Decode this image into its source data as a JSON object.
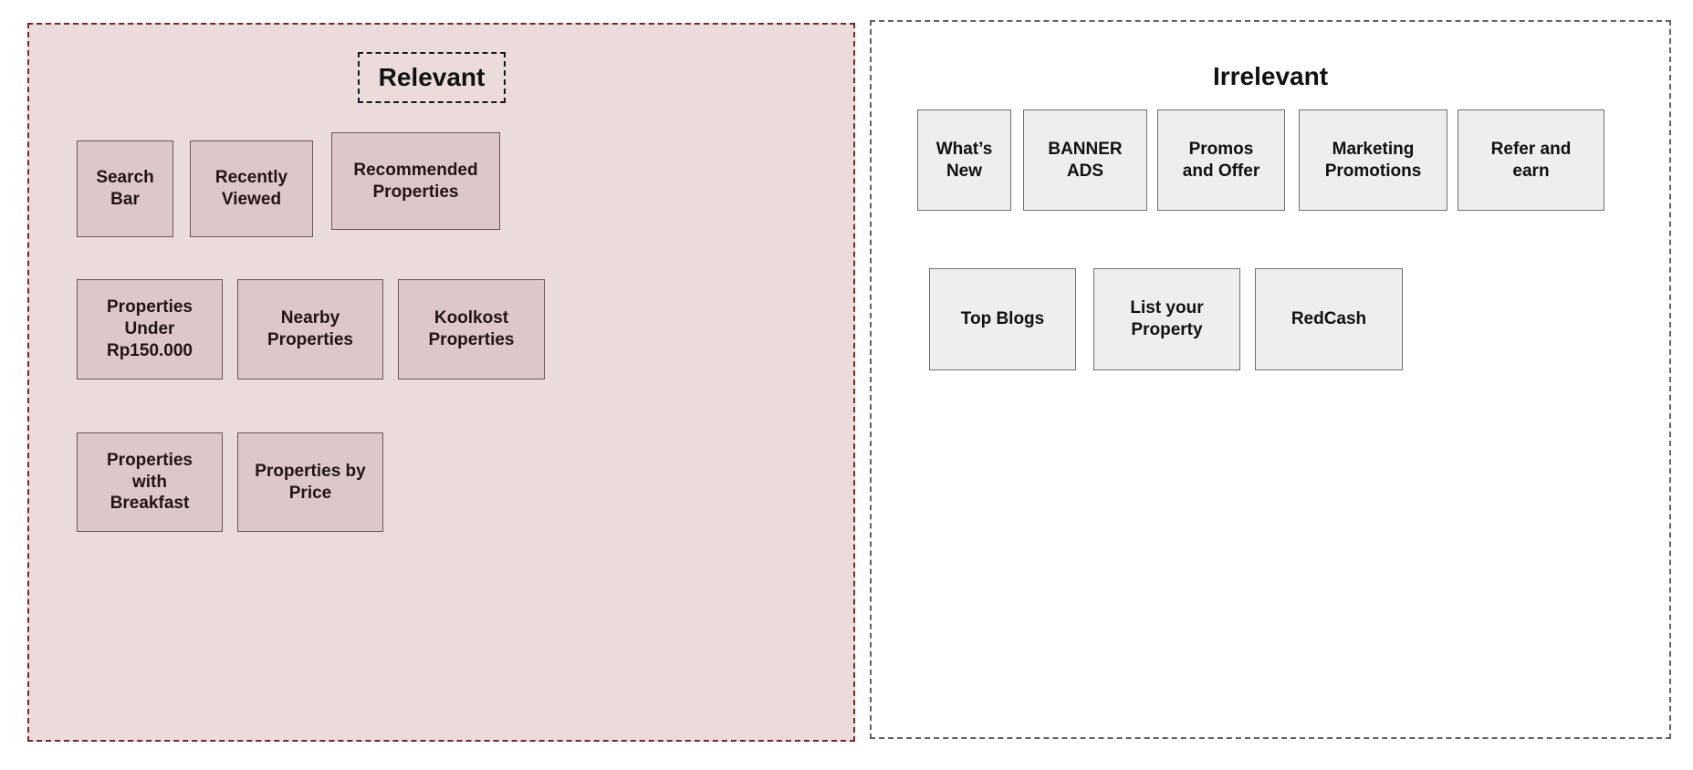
{
  "theme": {
    "relevant_fill": "#ecdbdb",
    "relevant_border": "#6f2b2b",
    "relevant_box_fill": "#dcc8c8",
    "relevant_box_border": "#6b5757",
    "irrelevant_fill": "#ffffff",
    "irrelevant_border": "#616161",
    "irrelevant_box_fill": "#eeeeee",
    "irrelevant_box_border": "#707070",
    "text_color": "#111111"
  },
  "relevant_panel": {
    "title": "Relevant",
    "boxes": [
      {
        "label": "Search\nBar"
      },
      {
        "label": "Recently\nViewed"
      },
      {
        "label": "Recommended\nProperties"
      },
      {
        "label": "Properties\nUnder\nRp150.000"
      },
      {
        "label": "Nearby\nProperties"
      },
      {
        "label": "Koolkost\nProperties"
      },
      {
        "label": "Properties\nwith\nBreakfast"
      },
      {
        "label": "Properties by\nPrice"
      }
    ]
  },
  "irrelevant_panel": {
    "title": "Irrelevant",
    "boxes": [
      {
        "label": "What’s\nNew"
      },
      {
        "label": "BANNER\nADS"
      },
      {
        "label": "Promos\nand Offer"
      },
      {
        "label": "Marketing\nPromotions"
      },
      {
        "label": "Refer and\nearn"
      },
      {
        "label": "Top Blogs"
      },
      {
        "label": "List your\nProperty"
      },
      {
        "label": "RedCash"
      }
    ]
  }
}
